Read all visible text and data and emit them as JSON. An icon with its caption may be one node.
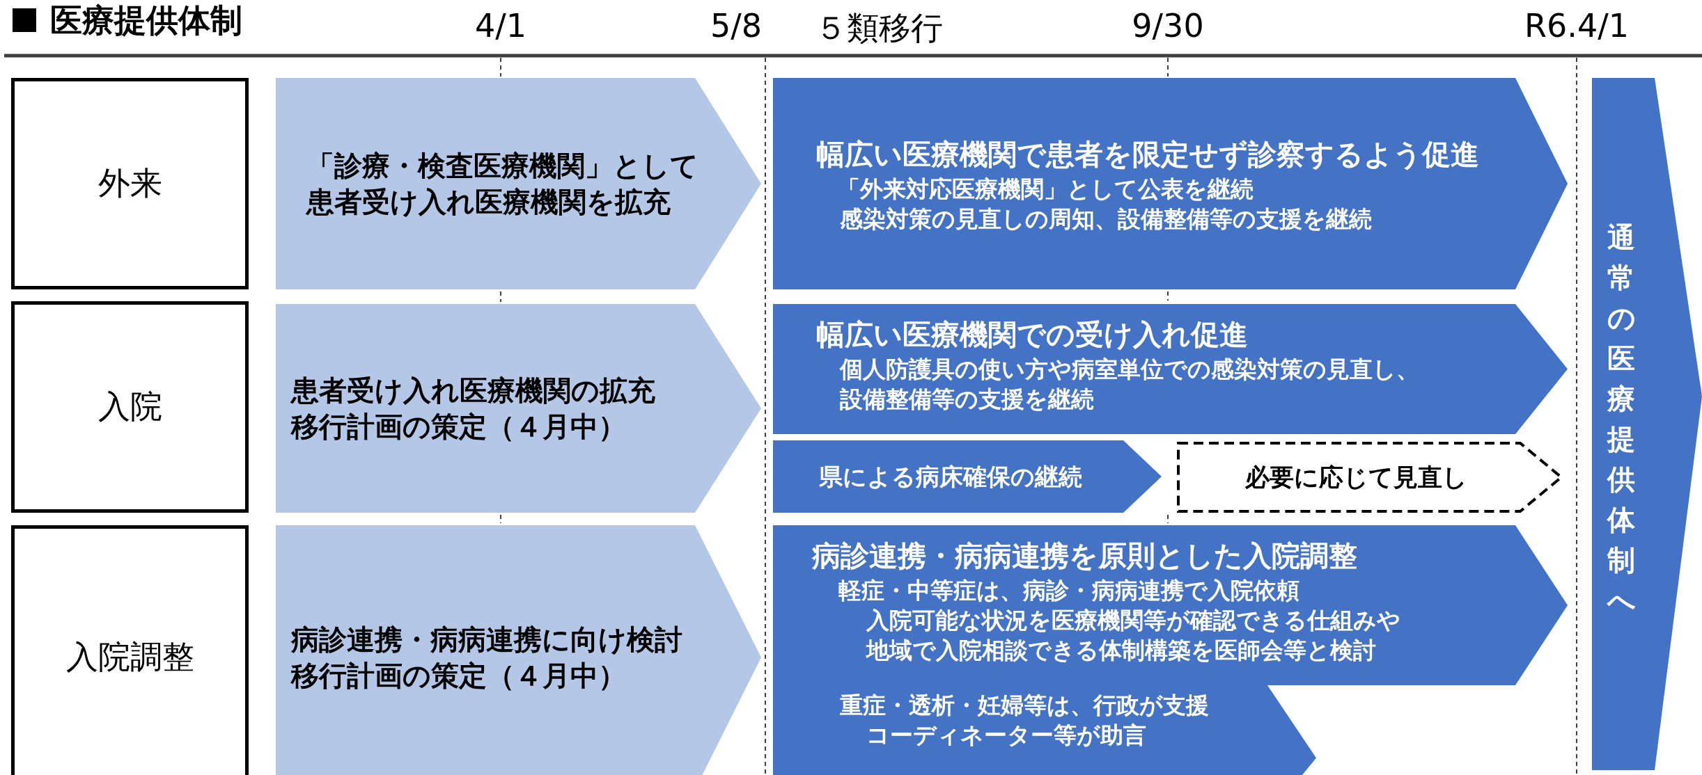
{
  "diagram": {
    "title": "医療提供体制",
    "nodes": [
      {
        "text": [
          "外来"
        ]
      },
      {
        "text": [
          "入院"
        ]
      },
      {
        "text": [
          "入院調整"
        ]
      },
      {
        "text": [
          "「診療・検査医療機関」として患者受け入れ医療機関を拡充"
        ]
      },
      {
        "text": [
          "患者受け入れ医療機関の拡充",
          "移行計画の策定（４月中）"
        ]
      },
      {
        "text": [
          "病診連携・病病連携に向け検討",
          "移行計画の策定（４月中）"
        ]
      },
      {
        "text": [
          "幅広い医療機関で患者を限定せず診察するよう促進",
          "「外来対応医療機関」として公表を継続",
          "感染対策の見直しの周知、設備整備等の支援を継続"
        ]
      },
      {
        "text": [
          "幅広い医療機関での受け入れ促進",
          "個人防護具の使い方や病室単位での感染対策の見直し、設備整備等の支援を継続"
        ]
      },
      {
        "text": [
          "県による病床確保の継続"
        ]
      },
      {
        "text": [
          "必要に応じて見直し"
        ]
      },
      {
        "text": [
          "病診連携・病病連携を原則とした入院調整",
          "軽症・中等症は、病診・病病連携で入院依頼",
          "入院可能な状況を医療機関等が確認できる仕組みや地域で入院相談できる体制構築を医師会等と検討"
        ]
      },
      {
        "text": [
          "重症・透析・妊婦等は、行政が支援",
          "コーディネーター等が助言"
        ]
      },
      {
        "text": [
          "通常の医療提供体制へ"
        ]
      }
    ],
    "labels": [
      "4/1",
      "5/8",
      "５類移行",
      "9/30",
      "R6.4/1"
    ]
  }
}
